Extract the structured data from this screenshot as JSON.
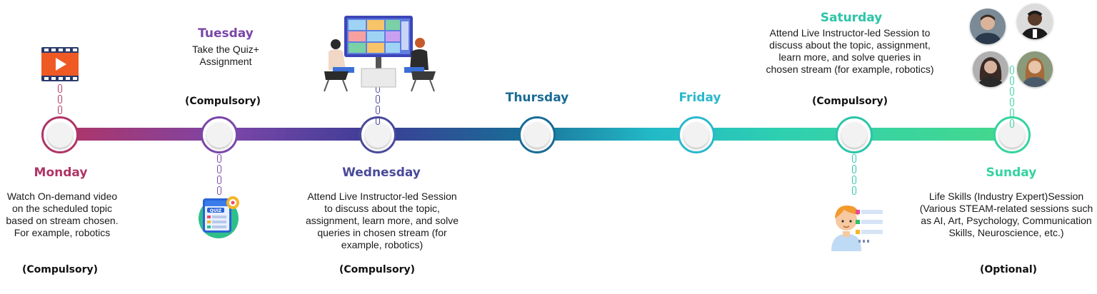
{
  "colors": {
    "monday": "#b03466",
    "tuesday": "#7a46a8",
    "wednesday": "#4a4a9a",
    "thursday": "#1a6b96",
    "friday": "#2bb8cc",
    "saturday": "#2bc4a8",
    "sunday": "#34d3a0",
    "line_gradient": [
      "#b03466",
      "#7a46a8",
      "#3d3d96",
      "#1a6b96",
      "#22b9c7",
      "#2fd0b0",
      "#45d88c"
    ]
  },
  "timeline": {
    "monday": {
      "day": "Monday",
      "description": "Watch On-demand video on the scheduled topic based on stream chosen. For example, robotics",
      "requirement": "(Compulsory)",
      "icon": "video-clapper-icon"
    },
    "tuesday": {
      "day": "Tuesday",
      "description": "Take the Quiz+ Assignment",
      "requirement": "(Compulsory)",
      "icon": "quiz-icon",
      "icon_label": "QUIZ"
    },
    "wednesday": {
      "day": "Wednesday",
      "description": "Attend Live Instructor-led Session to discuss about the topic, assignment, learn more, and solve queries in chosen stream (for example, robotics)",
      "requirement": "(Compulsory)",
      "icon": "live-session-illustration"
    },
    "thursday": {
      "day": "Thursday"
    },
    "friday": {
      "day": "Friday"
    },
    "saturday": {
      "day": "Saturday",
      "description": "Attend Live Instructor-led Session to discuss about the topic, assignment, learn more, and solve queries in chosen stream (for example, robotics)",
      "requirement": "(Compulsory)",
      "icon": "instructor-icon"
    },
    "sunday": {
      "day": "Sunday",
      "description": "Life Skills (Industry Expert)Session (Various STEAM-related sessions such as AI, Art, Psychology, Communication Skills, Neuroscience, etc.)",
      "requirement": "(Optional)",
      "icon": "expert-avatars"
    }
  }
}
